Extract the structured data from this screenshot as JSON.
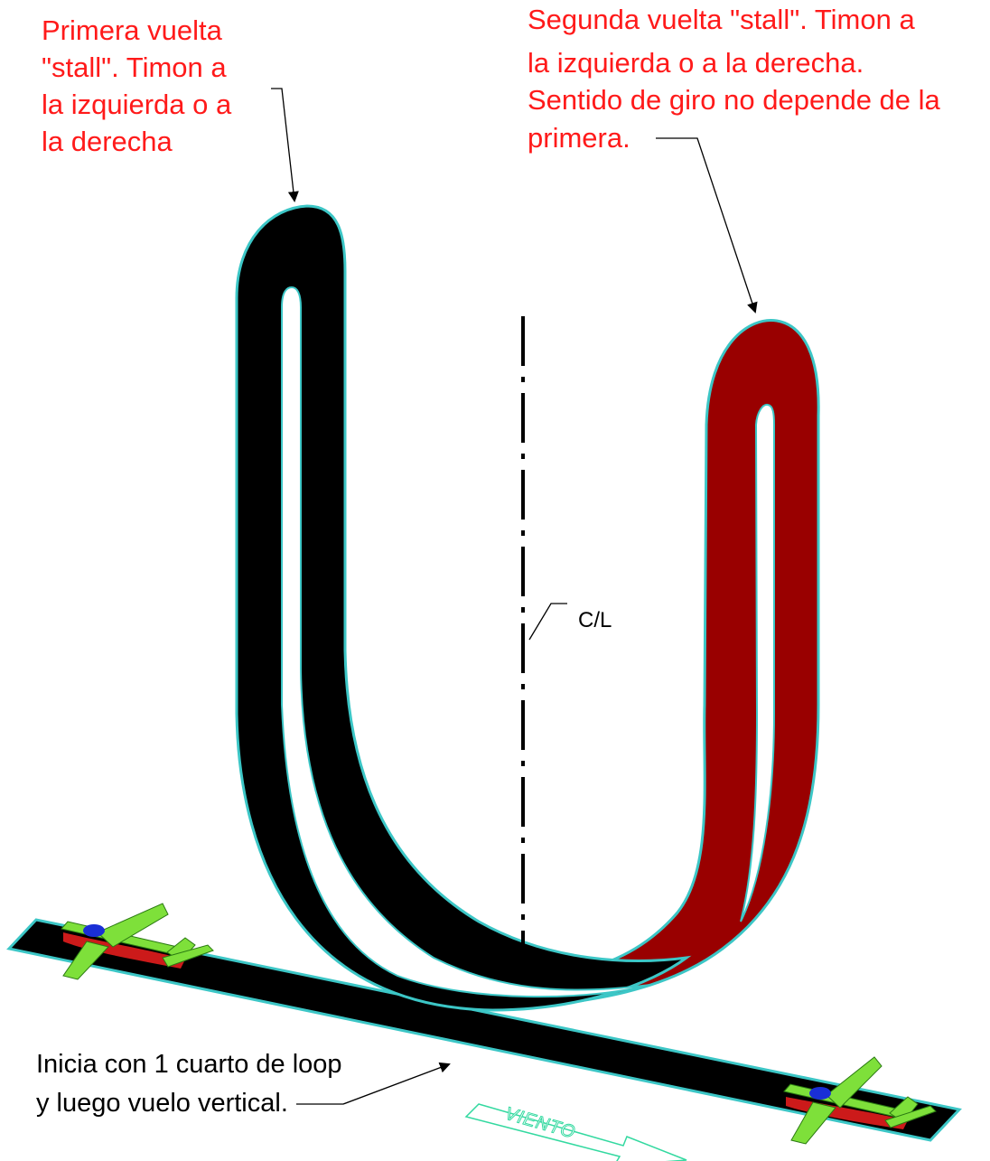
{
  "labels": {
    "first_turn": [
      "Primera vuelta",
      "\"stall\".  Timon a",
      "la izquierda o a",
      "la derecha"
    ],
    "second_turn": [
      "Segunda vuelta \"stall\".  Timon a",
      "la izquierda o a la derecha.",
      "Sentido de giro no depende de la",
      "primera."
    ],
    "start": [
      "Inicia con 1 cuarto de loop",
      "y luego vuelo vertical."
    ],
    "centerline": "C/L",
    "wind": "VIENTO"
  },
  "colors": {
    "annotation_red": "#ff1a1a",
    "path_black": "#000000",
    "path_red": "#990000",
    "edge_cyan": "#3cc6c6",
    "plane_green": "#7ee03a",
    "plane_blue": "#1a2fd6",
    "plane_red": "#cc1a1a",
    "wind_outline": "#33d9a0"
  }
}
